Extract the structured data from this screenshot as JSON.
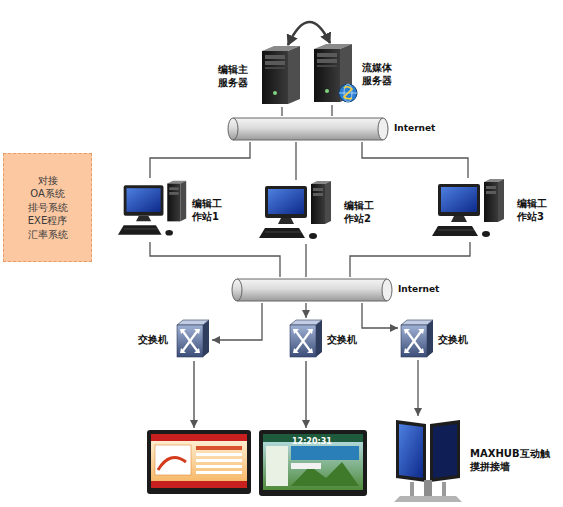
{
  "diagram": {
    "nodes": [
      {
        "text": [
          "编辑主服务器"
        ]
      },
      {
        "text": [
          "流媒体服务器"
        ]
      },
      {
        "text": [
          "Internet"
        ]
      },
      {
        "text": [
          "编辑工作站1"
        ]
      },
      {
        "text": [
          "编辑工作站2"
        ]
      },
      {
        "text": [
          "编辑工作站3"
        ]
      },
      {
        "text": [
          "对接",
          "OA系统",
          "排号系统",
          "EXE程序",
          "汇率系统"
        ]
      },
      {
        "text": [
          "Internet"
        ]
      },
      {
        "text": [
          "交换机"
        ]
      },
      {
        "text": [
          "交换机"
        ]
      },
      {
        "text": [
          "交换机"
        ]
      },
      {
        "text": [
          "MAXHUB互动触摸拼接墙"
        ]
      }
    ],
    "edges": [
      {
        "from": 0,
        "to": 1,
        "arrow": "both"
      },
      {
        "from": 0,
        "to": 2,
        "arrow": "none"
      },
      {
        "from": 1,
        "to": 2,
        "arrow": "none"
      },
      {
        "from": 2,
        "to": 3,
        "arrow": "none"
      },
      {
        "from": 2,
        "to": 4,
        "arrow": "none"
      },
      {
        "from": 2,
        "to": 5,
        "arrow": "none"
      },
      {
        "from": 3,
        "to": 7,
        "arrow": "none"
      },
      {
        "from": 4,
        "to": 7,
        "arrow": "none"
      },
      {
        "from": 5,
        "to": 7,
        "arrow": "none"
      },
      {
        "from": 7,
        "to": 8,
        "arrow": "to"
      },
      {
        "from": 7,
        "to": 9,
        "arrow": "to"
      },
      {
        "from": 7,
        "to": 10,
        "arrow": "to"
      },
      {
        "from": 10,
        "to": 11,
        "arrow": "to"
      }
    ],
    "labels": [
      "12:20:31"
    ]
  }
}
